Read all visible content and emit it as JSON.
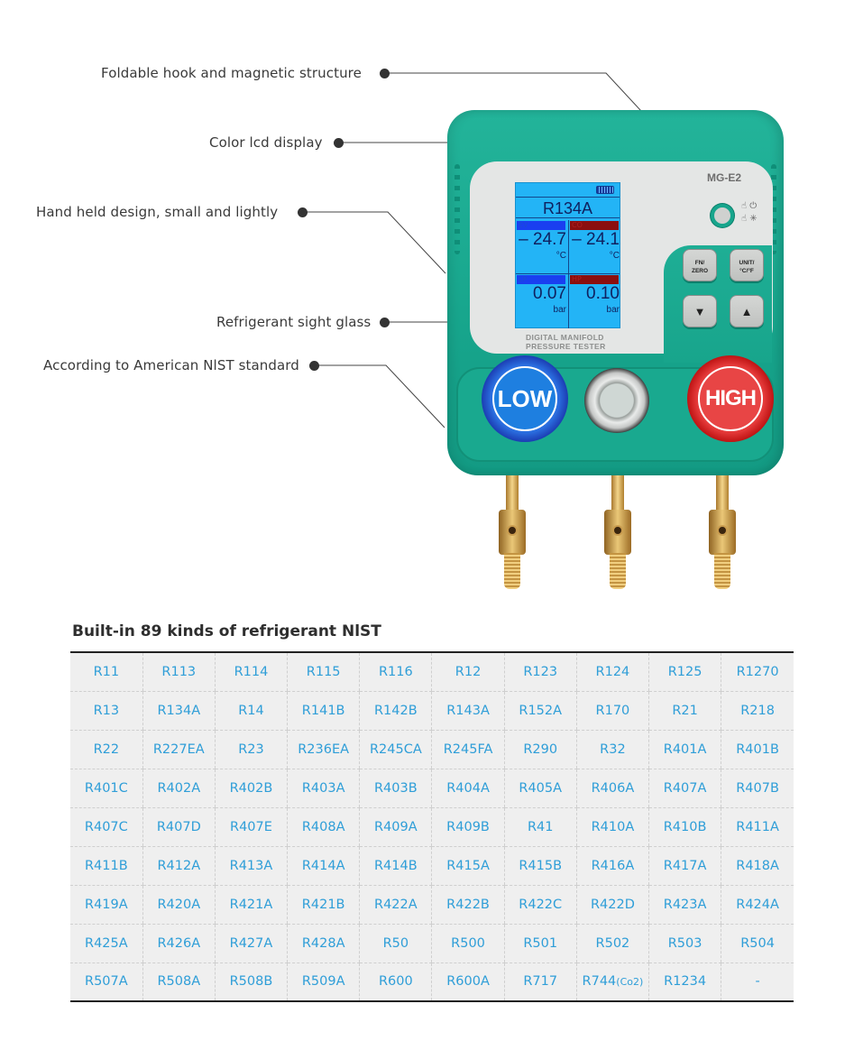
{
  "callouts": [
    {
      "label": "Foldable hook and magnetic structure"
    },
    {
      "label": "Color lcd display"
    },
    {
      "label": "Hand held design, small and lightly"
    },
    {
      "label": "Refrigerant sight glass"
    },
    {
      "label": "According to American NlST standard"
    }
  ],
  "device": {
    "model": "MG-E2",
    "brand_line1": "DIGITAL MANIFOLD",
    "brand_line2": "PRESSURE TESTER",
    "power_hint_top": "☝ ⏻",
    "power_hint_bottom": "☝ ✳",
    "lcd": {
      "refrigerant": "R134A",
      "cells": [
        {
          "tag": "EV",
          "value": "– 24.7",
          "unit": "°C",
          "tag_color": "#1a3ff0"
        },
        {
          "tag": "CO",
          "value": "– 24.1",
          "unit": "°C",
          "tag_color": "#8b0f0f"
        },
        {
          "tag": "LP",
          "value": "0.07",
          "unit": "bar",
          "tag_color": "#1a3ff0"
        },
        {
          "tag": "HP",
          "value": "0.10",
          "unit": "bar",
          "tag_color": "#8b0f0f"
        }
      ]
    },
    "buttons": {
      "fn_top": "FN/",
      "fn_bottom": "ZERO",
      "unit_top": "UNIT/",
      "unit_bottom": "°C/°F",
      "down": "▼",
      "up": "▲"
    },
    "knobs": {
      "low": "LOW",
      "high": "HIGH"
    }
  },
  "table": {
    "title": "Built-in 89 kinds of refrigerant NlST",
    "rows": [
      [
        "R11",
        "R113",
        "R114",
        "R115",
        "R116",
        "R12",
        "R123",
        "R124",
        "R125",
        "R1270"
      ],
      [
        "R13",
        "R134A",
        "R14",
        "R141B",
        "R142B",
        "R143A",
        "R152A",
        "R170",
        "R21",
        "R218"
      ],
      [
        "R22",
        "R227EA",
        "R23",
        "R236EA",
        "R245CA",
        "R245FA",
        "R290",
        "R32",
        "R401A",
        "R401B"
      ],
      [
        "R401C",
        "R402A",
        "R402B",
        "R403A",
        "R403B",
        "R404A",
        "R405A",
        "R406A",
        "R407A",
        "R407B"
      ],
      [
        "R407C",
        "R407D",
        "R407E",
        "R408A",
        "R409A",
        "R409B",
        "R41",
        "R410A",
        "R410B",
        "R411A"
      ],
      [
        "R411B",
        "R412A",
        "R413A",
        "R414A",
        "R414B",
        "R415A",
        "R415B",
        "R416A",
        "R417A",
        "R418A"
      ],
      [
        "R419A",
        "R420A",
        "R421A",
        "R421B",
        "R422A",
        "R422B",
        "R422C",
        "R422D",
        "R423A",
        "R424A"
      ],
      [
        "R425A",
        "R426A",
        "R427A",
        "R428A",
        "R50",
        "R500",
        "R501",
        "R502",
        "R503",
        "R504"
      ],
      [
        "R507A",
        "R508A",
        "R508B",
        "R509A",
        "R600",
        "R600A",
        "R717",
        "R744",
        "R1234",
        "-"
      ]
    ],
    "co2_suffix": "(Co2)"
  },
  "colors": {
    "accent_teal": "#19a98f",
    "table_text": "#2f9ed8",
    "lcd_bg": "#23b4f6"
  }
}
